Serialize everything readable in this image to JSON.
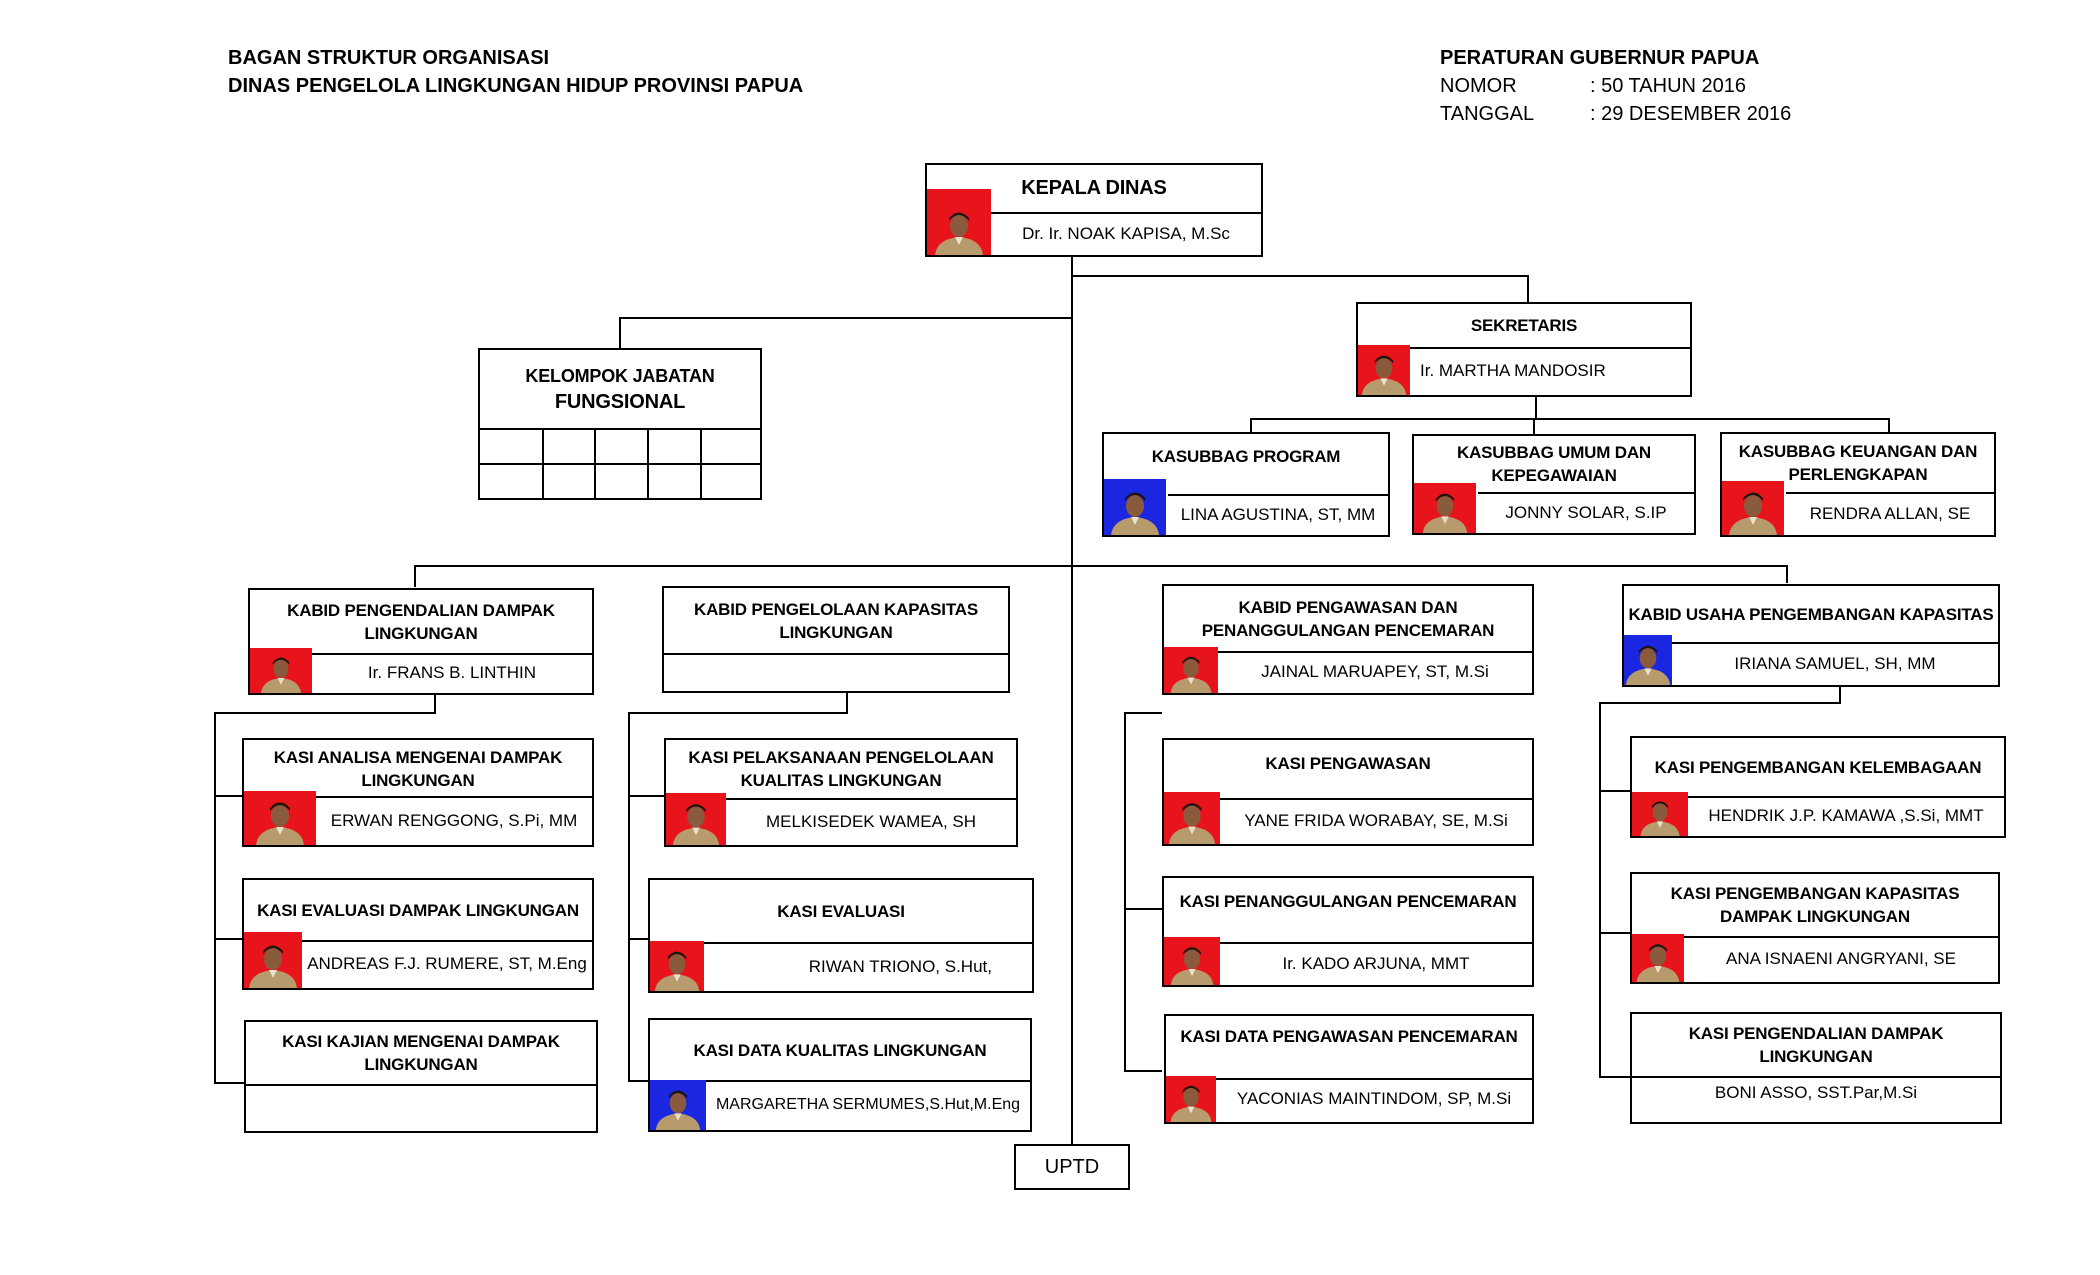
{
  "header": {
    "title_line1": "BAGAN STRUKTUR ORGANISASI",
    "title_line2": "DINAS PENGELOLA LINGKUNGAN HIDUP PROVINSI PAPUA",
    "regulation": "PERATURAN GUBERNUR PAPUA",
    "nomor_label": "NOMOR",
    "nomor_value": ":  50  TAHUN  2016",
    "tanggal_label": "TANGGAL",
    "tanggal_value": ":  29  DESEMBER  2016"
  },
  "kepala": {
    "title": "KEPALA DINAS",
    "name": "Dr. Ir. NOAK KAPISA, M.Sc"
  },
  "fungsional": {
    "line1": "KELOMPOK JABATAN",
    "line2": "FUNGSIONAL"
  },
  "sekretaris": {
    "title": "SEKRETARIS",
    "name": "Ir. MARTHA MANDOSIR"
  },
  "kasubbag": [
    {
      "title": "KASUBBAG PROGRAM",
      "name": "LINA AGUSTINA, ST, MM"
    },
    {
      "title": "KASUBBAG UMUM DAN KEPEGAWAIAN",
      "name": "JONNY SOLAR, S.IP"
    },
    {
      "title": "KASUBBAG KEUANGAN DAN PERLENGKAPAN",
      "name": "RENDRA ALLAN, SE"
    }
  ],
  "kabid": [
    {
      "title": "KABID PENGENDALIAN DAMPAK LINGKUNGAN",
      "name": "Ir. FRANS B. LINTHIN"
    },
    {
      "title": "KABID PENGELOLAAN KAPASITAS LINGKUNGAN",
      "name": ""
    },
    {
      "title": "KABID PENGAWASAN DAN PENANGGULANGAN PENCEMARAN",
      "name": "JAINAL MARUAPEY, ST, M.Si"
    },
    {
      "title": "KABID USAHA PENGEMBANGAN KAPASITAS",
      "name": "IRIANA SAMUEL, SH, MM"
    }
  ],
  "kasi_col1": [
    {
      "title": "KASI ANALISA MENGENAI DAMPAK LINGKUNGAN",
      "name": "ERWAN RENGGONG, S.Pi, MM"
    },
    {
      "title": "KASI EVALUASI DAMPAK LINGKUNGAN",
      "name": "ANDREAS F.J. RUMERE, ST, M.Eng"
    },
    {
      "title": "KASI KAJIAN MENGENAI DAMPAK LINGKUNGAN",
      "name": ""
    }
  ],
  "kasi_col2": [
    {
      "title": "KASI PELAKSANAAN PENGELOLAAN KUALITAS LINGKUNGAN",
      "name": "MELKISEDEK WAMEA, SH"
    },
    {
      "title": "KASI EVALUASI",
      "name": "RIWAN TRIONO, S.Hut,"
    },
    {
      "title": "KASI DATA KUALITAS LINGKUNGAN",
      "name": "MARGARETHA SERMUMES,S.Hut,M.Eng"
    }
  ],
  "kasi_col3": [
    {
      "title": "KASI PENGAWASAN",
      "name": "YANE FRIDA WORABAY, SE, M.Si"
    },
    {
      "title": "KASI PENANGGULANGAN PENCEMARAN",
      "name": "Ir. KADO ARJUNA, MMT"
    },
    {
      "title": "KASI DATA PENGAWASAN PENCEMARAN",
      "name": "YACONIAS MAINTINDOM, SP, M.Si"
    }
  ],
  "kasi_col4": [
    {
      "title": "KASI PENGEMBANGAN KELEMBAGAAN",
      "name": "HENDRIK J.P. KAMAWA ,S.Si, MMT"
    },
    {
      "title": "KASI PENGEMBANGAN KAPASITAS DAMPAK LINGKUNGAN",
      "name": "ANA ISNAENI ANGRYANI, SE"
    },
    {
      "title": "KASI PENGENDALIAN DAMPAK LINGKUNGAN",
      "name": "BONI ASSO, SST.Par,M.Si"
    }
  ],
  "uptd": {
    "label": "UPTD"
  },
  "colors": {
    "photo_red": "#e8141b",
    "photo_blue": "#1a26e0",
    "line": "#000000"
  }
}
